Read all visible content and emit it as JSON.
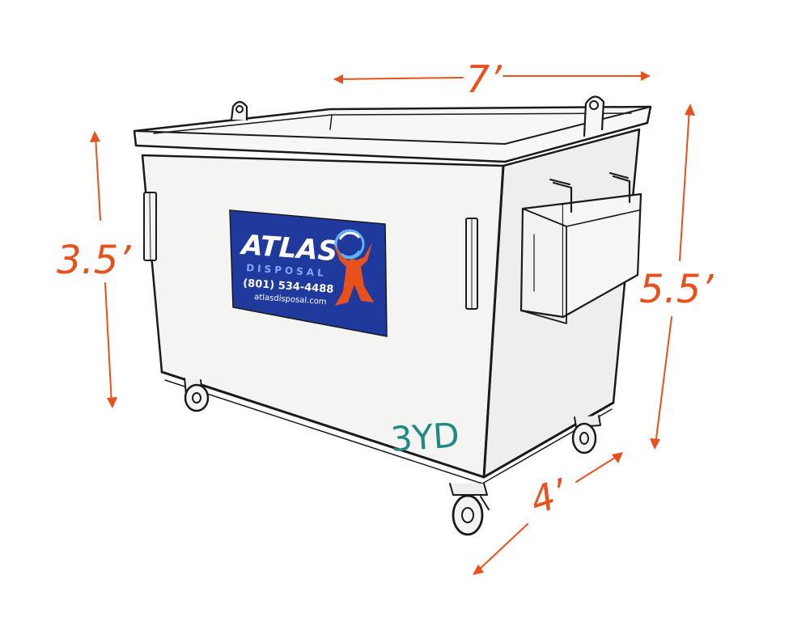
{
  "dimensions": {
    "length": "7’",
    "depth": "4’",
    "front_height": "3.5’",
    "back_height": "5.5’"
  },
  "container": {
    "size_marking": "3YD"
  },
  "decal": {
    "brand": "ATLAS",
    "division": "DISPOSAL",
    "phone": "(801) 534-4488",
    "website": "atlasdisposal.com"
  },
  "colors": {
    "dimension_accent": "#e8501c",
    "decal_background": "#1f3a9c",
    "decal_accent": "#e8501c",
    "decal_text": "#ffffff",
    "size_marking": "#1f8a84",
    "outline": "#1a1a1a",
    "body_fill": "#f4f4f2"
  }
}
